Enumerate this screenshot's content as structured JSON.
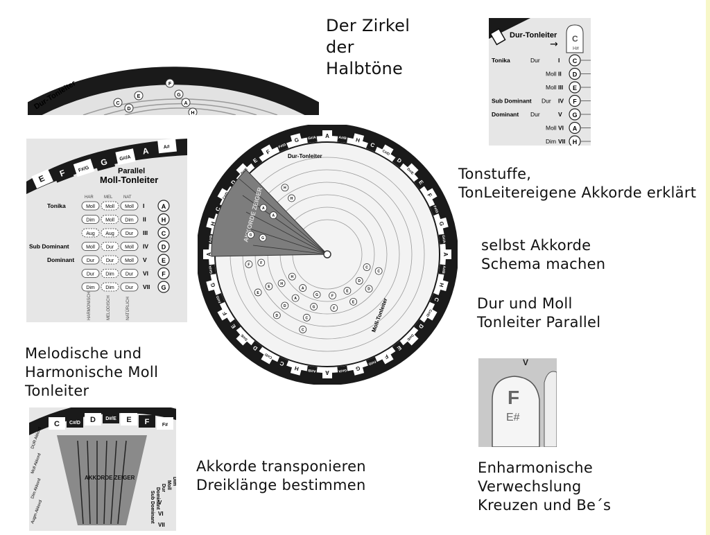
{
  "captions": {
    "zirkel": "Der Zirkel\nder\nHalbtöne",
    "tonstuffe": "Tonstuffe,\nTonLeitereigene Akkorde erklärt",
    "selbst": "selbst Akkorde\nSchema machen",
    "durmoll": "Dur und Moll\nTonleiter  Parallel",
    "melodisch": "Melodische und\nHarmonische Moll\nTonleiter",
    "transpon": "Akkorde transponieren\nDreiklänge bestimmen",
    "enharm": "Enharmonische\nVerwechslung\nKreuzen und Be´s"
  },
  "ring_notes": [
    "A",
    "A#/B",
    "H",
    "C",
    "C#/D",
    "D",
    "D#/E",
    "E",
    "F",
    "F#/G",
    "G",
    "G#/A"
  ],
  "scale_panel": {
    "title": "Dur-Tonleiter",
    "rows": [
      {
        "func": "Tonika",
        "chord": "Dur",
        "num": "I",
        "note": "C"
      },
      {
        "func": "",
        "chord": "Moll",
        "num": "II",
        "note": "D"
      },
      {
        "func": "",
        "chord": "Moll",
        "num": "III",
        "note": "E"
      },
      {
        "func": "Sub Dominant",
        "chord": "Dur",
        "num": "IV",
        "note": "F"
      },
      {
        "func": "Dominant",
        "chord": "Dur",
        "num": "V",
        "note": "G"
      },
      {
        "func": "",
        "chord": "Moll",
        "num": "VI",
        "note": "A"
      },
      {
        "func": "",
        "chord": "Dim",
        "num": "VII",
        "note": "H"
      }
    ]
  },
  "moll_panel": {
    "title_small": "Parallel",
    "title": "Moll-Tonleiter",
    "cols": [
      "HAR",
      "MEL",
      "NAT"
    ],
    "rows": [
      {
        "func": "Tonika",
        "cells": [
          "Moll",
          "Moll",
          "Moll"
        ],
        "num": "I",
        "note": "A"
      },
      {
        "func": "",
        "cells": [
          "Dim",
          "Moll",
          "Dim"
        ],
        "num": "II",
        "note": "H"
      },
      {
        "func": "",
        "cells": [
          "Aug",
          "Aug",
          "Dur"
        ],
        "num": "III",
        "note": "C"
      },
      {
        "func": "Sub Dominant",
        "cells": [
          "Moll",
          "Dur",
          "Moll"
        ],
        "num": "IV",
        "note": "D"
      },
      {
        "func": "Dominant",
        "cells": [
          "Dur",
          "Dur",
          "Moll"
        ],
        "num": "V",
        "note": "E"
      },
      {
        "func": "",
        "cells": [
          "Dur",
          "Dim",
          "Dur"
        ],
        "num": "VI",
        "note": "F"
      },
      {
        "func": "",
        "cells": [
          "Dim",
          "Dim",
          "Dur"
        ],
        "num": "VII",
        "note": "G"
      }
    ],
    "footer": [
      "HARMONISCH",
      "MELODISCH",
      "NATÜRLICH"
    ]
  },
  "zeiger_panel": {
    "title": "AKKORDE ZEIGER",
    "labels": [
      "DUR Akkord",
      "Moll Akkord",
      "Dim Akkord",
      "Augm Akkord"
    ],
    "side": [
      "Sub Dominant",
      "Dominant",
      "Dur",
      "Moll",
      "Dim"
    ],
    "nums": [
      "V",
      "VI",
      "VII"
    ]
  },
  "wheel": {
    "dur_label": "Dur-Tonleiter",
    "moll_label": "Moll-Tonleiter",
    "zeiger": "AKKORDE ZEIGER"
  },
  "enharm_panel": {
    "main": "F",
    "alt": "E#",
    "roman": "V"
  },
  "colors": {
    "ring": "#1a1a1a",
    "panel": "#e4e4e4",
    "pointer": "#7d7d7d"
  }
}
